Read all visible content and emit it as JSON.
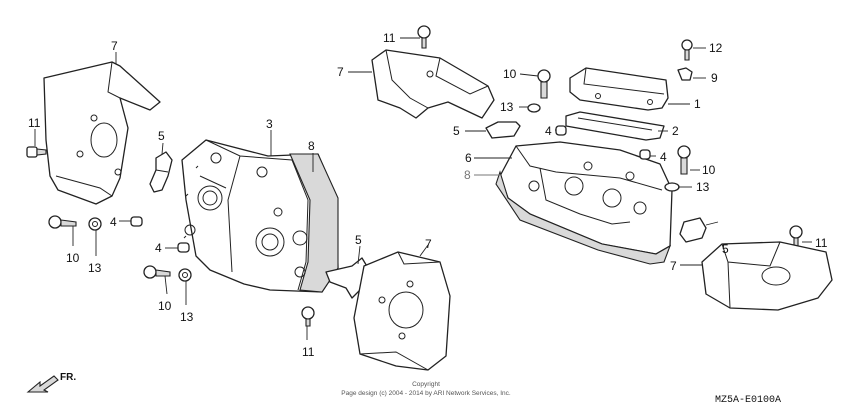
{
  "callouts": {
    "c1": "1",
    "c2": "2",
    "c3": "3",
    "c4a": "4",
    "c4b": "4",
    "c4c": "4",
    "c4d": "4",
    "c5a": "5",
    "c5b": "5",
    "c5c": "5",
    "c5d": "5",
    "c6": "6",
    "c7a": "7",
    "c7b": "7",
    "c7c": "7",
    "c7d": "7",
    "c8a": "8",
    "c8b": "8",
    "c9": "9",
    "c10a": "10",
    "c10b": "10",
    "c10c": "10",
    "c10d": "10",
    "c11a": "11",
    "c11b": "11",
    "c11c": "11",
    "c11d": "11",
    "c12": "12",
    "c13a": "13",
    "c13b": "13",
    "c13c": "13",
    "c13d": "13"
  },
  "footer": {
    "copyright_line1": "Copyright",
    "copyright_line2": "Page design (c) 2004 - 2014 by ARI Network Services, Inc.",
    "diagram_code": "MZ5A-E0100A",
    "front_label": "FR."
  }
}
